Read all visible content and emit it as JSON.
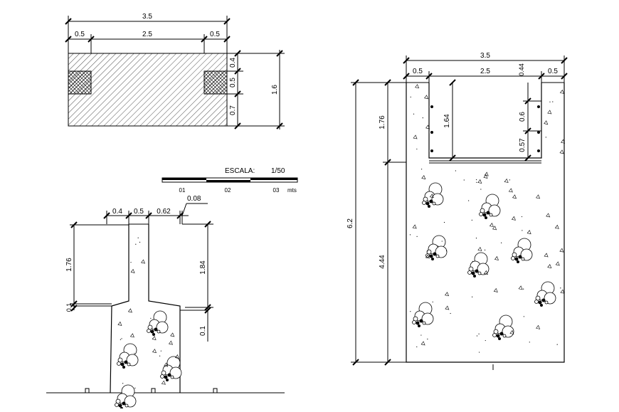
{
  "plan": {
    "dims": [
      "3.5",
      "0.5",
      "2.5",
      "0.5",
      "0.4",
      "0.5",
      "0.7",
      "1.6"
    ]
  },
  "scale": {
    "label": "ESCALA:",
    "value": "1/50",
    "ticks": [
      "01",
      "02",
      "03"
    ],
    "unit": "mts"
  },
  "left_section": {
    "dims": [
      "0.08",
      "0.4",
      "0.5",
      "0.62",
      "1.76",
      "0.1",
      "1.84",
      "0.1"
    ]
  },
  "right_section": {
    "dims": [
      "3.5",
      "0.5",
      "2.5",
      "0.44",
      "0.5",
      "6.2",
      "1.76",
      "1.64",
      "0.6",
      "0.57",
      "4.44"
    ]
  },
  "colors": {
    "line": "#000000",
    "background": "#ffffff"
  }
}
